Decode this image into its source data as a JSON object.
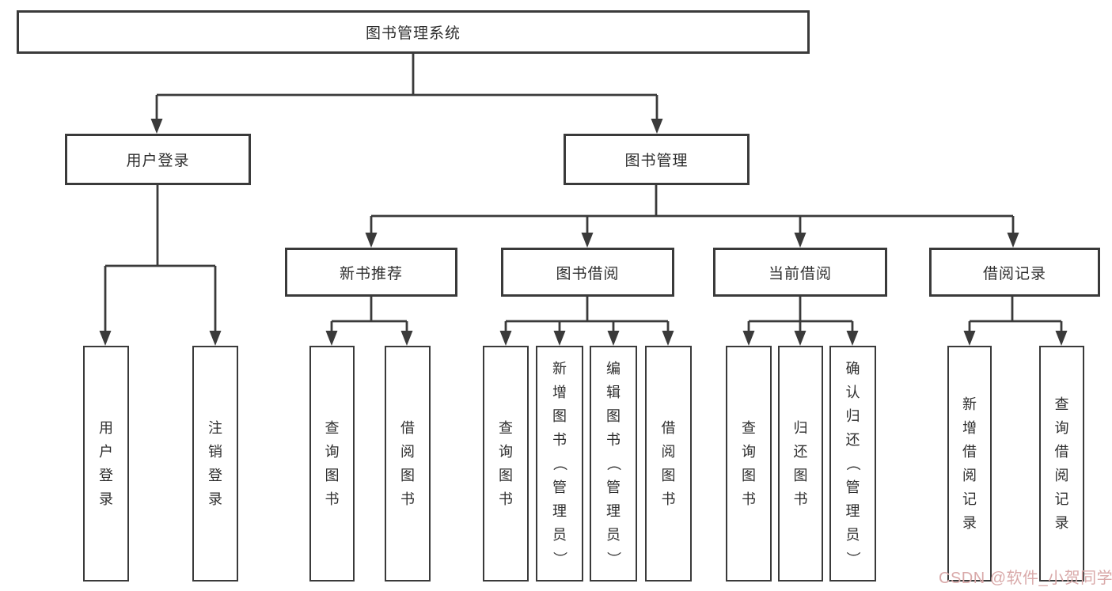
{
  "diagram": {
    "root_label": "图书管理系统",
    "user_login": {
      "label": "用户登录",
      "children": [
        "用户登录",
        "注销登录"
      ]
    },
    "book_mgmt": {
      "label": "图书管理"
    },
    "new_book": {
      "label": "新书推荐",
      "children": [
        "查询图书",
        "借阅图书"
      ]
    },
    "book_borrow": {
      "label": "图书借阅",
      "children": [
        "查询图书",
        "新增图书（管理员）",
        "编辑图书（管理员）",
        "借阅图书"
      ]
    },
    "current_borrow": {
      "label": "当前借阅",
      "children": [
        "查询图书",
        "归还图书",
        "确认归还（管理员）"
      ]
    },
    "borrow_record": {
      "label": "借阅记录",
      "children": [
        "新增借阅记录",
        "查询借阅记录"
      ]
    }
  },
  "watermark": {
    "text": "CSDN @软件_小贺同学"
  },
  "colors": {
    "line": "#3a3a3a",
    "border": "#3a3a3a",
    "text": "#2e2e2e",
    "watermark": "#d9a9a9"
  }
}
